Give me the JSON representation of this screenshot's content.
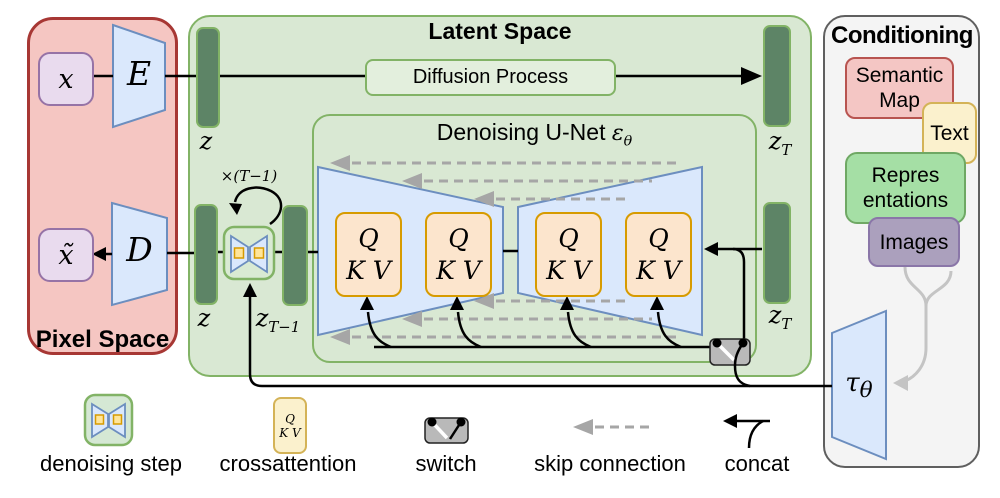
{
  "palette": {
    "pixel_panel_fill": "#f5c6c2",
    "pixel_panel_border": "#a73734",
    "latent_panel_fill": "#d9e8d3",
    "latent_panel_border": "#82b366",
    "conditioning_panel_fill": "#f4f4f4",
    "conditioning_panel_border": "#5f5f5f",
    "latent_bar_fill": "#5d8466",
    "trapezoid_fill": "#dae8fc",
    "trapezoid_border": "#6c8ebf",
    "attention_fill": "#fce5cd",
    "attention_border": "#d79b00",
    "skip_arrow_gray": "#a6a6a6",
    "switch_fill": "#b9b9b9"
  },
  "pixel_space": {
    "title": "Pixel Space",
    "input_label": "x",
    "output_label": "x̃",
    "encoder_label": "E",
    "decoder_label": "D"
  },
  "latent_space": {
    "title": "Latent Space",
    "diffusion_process_label": "Diffusion Process",
    "unet": {
      "title": "Denoising U-Net",
      "symbol_base": "ε",
      "symbol_sub": "θ"
    },
    "loop_label": "×(T−1)",
    "bars": {
      "z_top": {
        "base": "z",
        "sub": ""
      },
      "zT_top": {
        "base": "z",
        "sub": "T"
      },
      "z_bottom": {
        "base": "z",
        "sub": ""
      },
      "zT1": {
        "base": "z",
        "sub": "T−1"
      },
      "zT_bottom": {
        "base": "z",
        "sub": "T"
      }
    },
    "attention": {
      "q": "Q",
      "kv": "K V"
    }
  },
  "conditioning": {
    "title": "Conditioning",
    "items": [
      {
        "label": "Semantic Map",
        "lines": [
          "Semantic",
          "Map"
        ]
      },
      {
        "label": "Text",
        "lines": [
          "Text"
        ]
      },
      {
        "label": "Representations",
        "lines": [
          "Repres",
          "entations"
        ]
      },
      {
        "label": "Images",
        "lines": [
          "Images"
        ]
      }
    ],
    "tau": {
      "base": "τ",
      "sub": "θ"
    }
  },
  "legend": {
    "items": [
      {
        "label": "denoising step"
      },
      {
        "label": "crossattention"
      },
      {
        "label": "switch"
      },
      {
        "label": "skip connection"
      },
      {
        "label": "concat"
      }
    ]
  }
}
